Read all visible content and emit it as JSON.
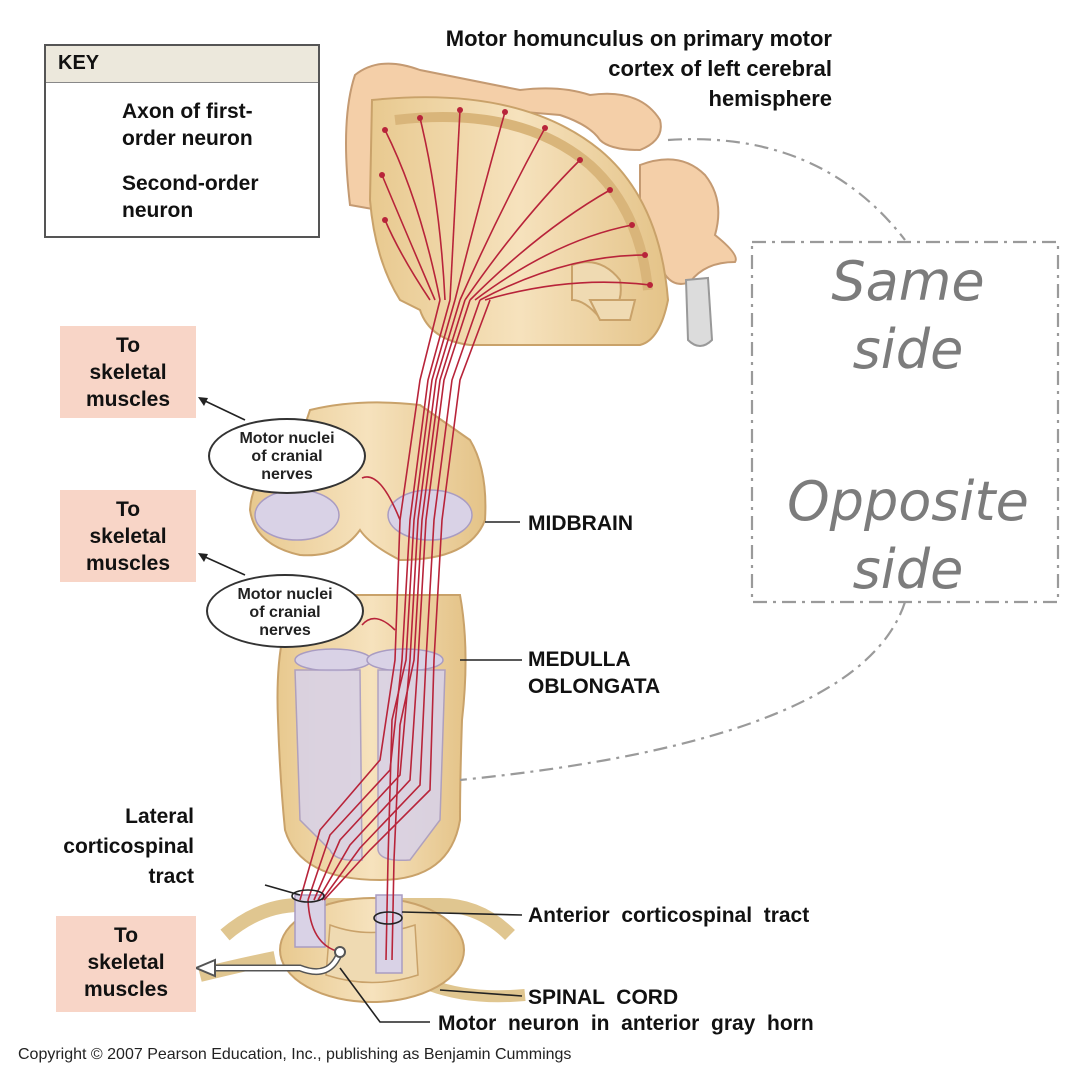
{
  "key": {
    "title": "KEY",
    "items": [
      {
        "label": "Axon of first-order neuron",
        "line1": "Axon of first-",
        "line2": "order neuron",
        "icon": "red-arrow-icon"
      },
      {
        "label": "Second-order neuron",
        "line1": "Second-order",
        "line2": "neuron",
        "icon": "hollow-arrow-icon"
      }
    ]
  },
  "title": {
    "line1": "Motor homunculus  on primary motor",
    "line2": "cortex of left cerebral",
    "line3": "hemisphere"
  },
  "overlay": {
    "same": "Same side",
    "same_l1": "Same",
    "same_l2": "side",
    "opposite": "Opposite side",
    "opposite_l1": "Opposite",
    "opposite_l2": "side"
  },
  "skeletal_boxes": [
    {
      "l1": "To",
      "l2": "skeletal",
      "l3": "muscles"
    },
    {
      "l1": "To",
      "l2": "skeletal",
      "l3": "muscles"
    },
    {
      "l1": "To",
      "l2": "skeletal",
      "l3": "muscles"
    }
  ],
  "motor_nuclei": [
    {
      "l1": "Motor nuclei",
      "l2": "of cranial",
      "l3": "nerves"
    },
    {
      "l1": "Motor nuclei",
      "l2": "of cranial",
      "l3": "nerves"
    }
  ],
  "labels": {
    "midbrain": "MIDBRAIN",
    "medulla_l1": "MEDULLA",
    "medulla_l2": "OBLONGATA",
    "lateral_l1": "Lateral",
    "lateral_l2": "corticospinal",
    "lateral_l3": "tract",
    "anterior": "Anterior  corticospinal  tract",
    "spinal_cord": "SPINAL  CORD",
    "motor_neuron": "Motor  neuron  in  anterior  gray  horn"
  },
  "copyright": "Copyright © 2007 Pearson Education, Inc., publishing as Benjamin Cummings",
  "colors": {
    "axon": "#b8243a",
    "tissue": "#f1d9ac",
    "tissue_edge": "#c9a26a",
    "tract": "#d9d2e6",
    "pink_box": "#f8d5c7"
  }
}
